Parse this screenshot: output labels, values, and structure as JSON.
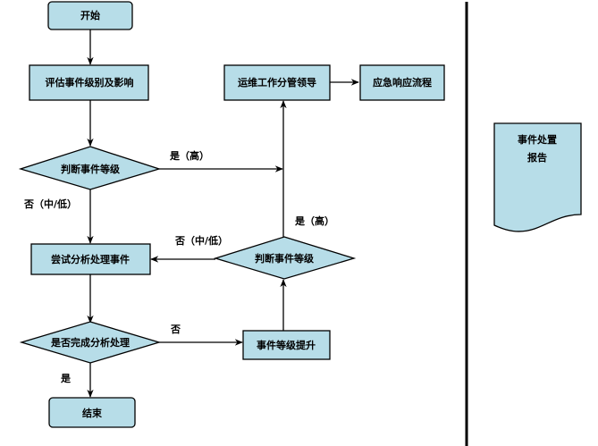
{
  "diagram": {
    "type": "flowchart",
    "colors": {
      "node_fill": "#b7dde8",
      "stroke": "#000000"
    },
    "nodes": {
      "start": {
        "label": "开始",
        "shape": "rounded-rect"
      },
      "assess": {
        "label": "评估事件级别及影响",
        "shape": "rect"
      },
      "judge1": {
        "label": "判断事件等级",
        "shape": "diamond"
      },
      "leader": {
        "label": "运维工作分管领导",
        "shape": "rect"
      },
      "emergency": {
        "label": "应急响应流程",
        "shape": "rect"
      },
      "attempt": {
        "label": "尝试分析处理事件",
        "shape": "rect"
      },
      "judge2": {
        "label": "判断事件等级",
        "shape": "diamond"
      },
      "done_check": {
        "label": "是否完成分析处理",
        "shape": "diamond"
      },
      "escalate": {
        "label": "事件等级提升",
        "shape": "rect"
      },
      "end": {
        "label": "结束",
        "shape": "rounded-rect"
      },
      "report": {
        "label_line1": "事件处置",
        "label_line2": "报告",
        "shape": "document"
      }
    },
    "edges": {
      "judge1_high": "是（高）",
      "judge1_low": "否（中/低）",
      "judge2_high": "是（高）",
      "judge2_low": "否（中/低）",
      "done_no": "否",
      "done_yes": "是"
    },
    "connections": [
      {
        "from": "start",
        "to": "assess"
      },
      {
        "from": "assess",
        "to": "judge1"
      },
      {
        "from": "judge1",
        "to": "leader",
        "label": "是（高）"
      },
      {
        "from": "judge1",
        "to": "attempt",
        "label": "否（中/低）"
      },
      {
        "from": "leader",
        "to": "emergency"
      },
      {
        "from": "attempt",
        "to": "done_check"
      },
      {
        "from": "done_check",
        "to": "escalate",
        "label": "否"
      },
      {
        "from": "done_check",
        "to": "end",
        "label": "是"
      },
      {
        "from": "escalate",
        "to": "judge2"
      },
      {
        "from": "judge2",
        "to": "leader",
        "label": "是（高）"
      },
      {
        "from": "judge2",
        "to": "attempt",
        "label": "否（中/低）"
      }
    ]
  }
}
